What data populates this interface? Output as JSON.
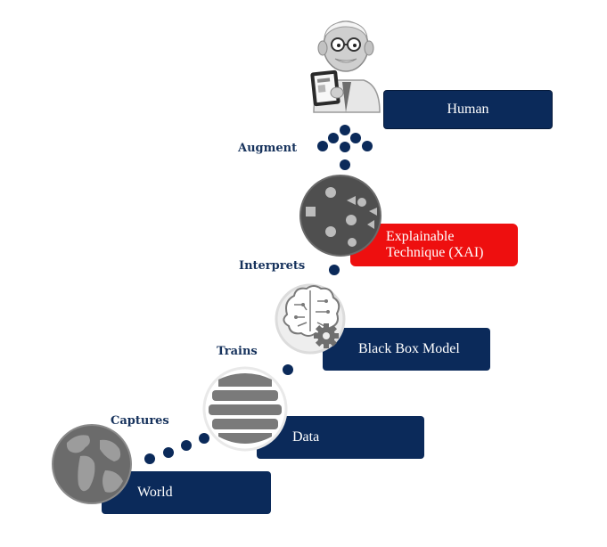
{
  "colors": {
    "navy": "#0b2a5a",
    "red": "#ee0f0f",
    "label": "#16325c",
    "gray": "#5a5a5a"
  },
  "steps": {
    "human": {
      "label": "Human",
      "icon": "professor-with-tablet-icon"
    },
    "xai": {
      "label_line1": "Explainable",
      "label_line2": "Technique (XAI)",
      "icon": "shapes-sphere-icon"
    },
    "model": {
      "label": "Black Box Model",
      "icon": "brain-gear-icon"
    },
    "data": {
      "label": "Data",
      "icon": "database-stack-icon"
    },
    "world": {
      "label": "World",
      "icon": "globe-icon"
    }
  },
  "connectors": {
    "augment": "Augment",
    "interprets": "Interprets",
    "trains": "Trains",
    "captures": "Captures"
  }
}
